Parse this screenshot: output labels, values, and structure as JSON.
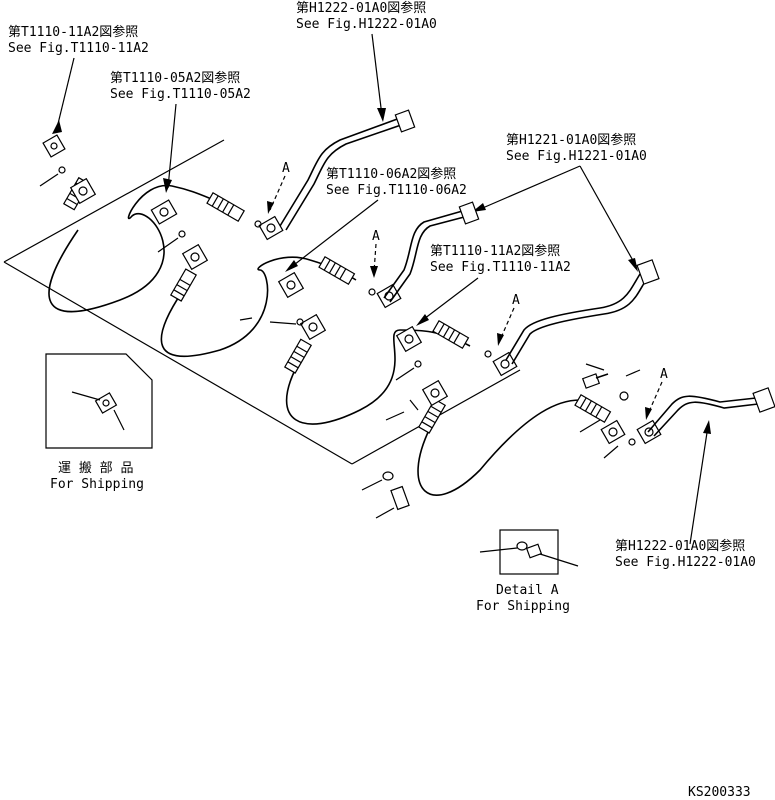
{
  "refs": {
    "t1110_11a2_top": {
      "jp": "第T1110-11A2図参照",
      "en": "See Fig.T1110-11A2"
    },
    "t1110_05a2": {
      "jp": "第T1110-05A2図参照",
      "en": "See Fig.T1110-05A2"
    },
    "h1222_top": {
      "jp": "第H1222-01A0図参照",
      "en": "See Fig.H1222-01A0"
    },
    "t1110_06a2": {
      "jp": "第T1110-06A2図参照",
      "en": "See Fig.T1110-06A2"
    },
    "h1221": {
      "jp": "第H1221-01A0図参照",
      "en": "See Fig.H1221-01A0"
    },
    "t1110_11a2_mid": {
      "jp": "第T1110-11A2図参照",
      "en": "See Fig.T1110-11A2"
    },
    "h1222_bottom": {
      "jp": "第H1222-01A0図参照",
      "en": "See Fig.H1222-01A0"
    }
  },
  "shipping_box": {
    "jp": "運 搬 部 品",
    "en": "For Shipping"
  },
  "detail_a": {
    "title": "Detail A",
    "en": "For Shipping"
  },
  "marker_letter": "A",
  "drawing_id": "KS200333"
}
